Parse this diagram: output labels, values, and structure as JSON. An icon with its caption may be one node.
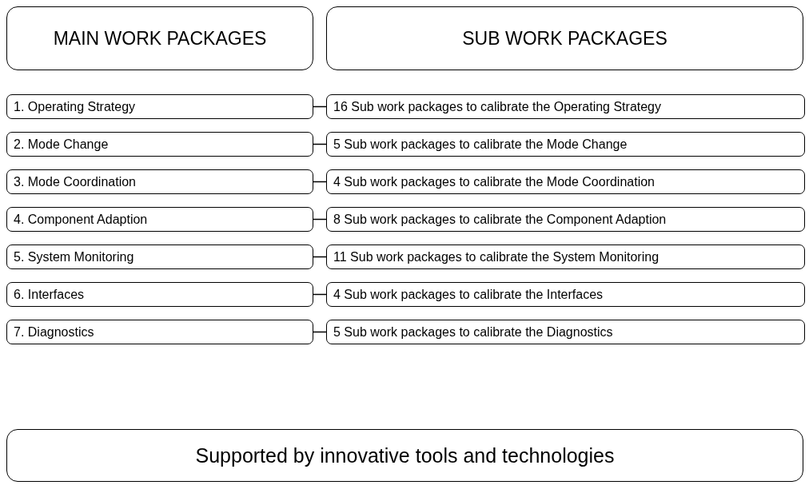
{
  "diagram": {
    "nodes": [
      {
        "text": [
          "MAIN WORK PACKAGES"
        ]
      },
      {
        "text": [
          "SUB WORK PACKAGES"
        ]
      },
      {
        "text": [
          "1. Operating Strategy"
        ]
      },
      {
        "text": [
          "16 Sub work packages to calibrate the Operating Strategy"
        ]
      },
      {
        "text": [
          "2. Mode Change"
        ]
      },
      {
        "text": [
          "5 Sub work packages to calibrate the Mode Change"
        ]
      },
      {
        "text": [
          "3. Mode Coordination"
        ]
      },
      {
        "text": [
          "4 Sub work packages to calibrate the Mode Coordination"
        ]
      },
      {
        "text": [
          "4. Component Adaption"
        ]
      },
      {
        "text": [
          "8 Sub work packages to calibrate the Component Adaption"
        ]
      },
      {
        "text": [
          "5. System Monitoring"
        ]
      },
      {
        "text": [
          "11 Sub work packages to calibrate the System Monitoring"
        ]
      },
      {
        "text": [
          "6. Interfaces"
        ]
      },
      {
        "text": [
          "4 Sub work packages to calibrate the Interfaces"
        ]
      },
      {
        "text": [
          "7. Diagnostics"
        ]
      },
      {
        "text": [
          "5 Sub work packages to calibrate the Diagnostics"
        ]
      },
      {
        "text": [
          "Supported by innovative tools and technologies"
        ]
      }
    ],
    "edges": [
      {
        "from": 2,
        "to": 3,
        "arrow": "none"
      },
      {
        "from": 4,
        "to": 5,
        "arrow": "none"
      },
      {
        "from": 6,
        "to": 7,
        "arrow": "none"
      },
      {
        "from": 8,
        "to": 9,
        "arrow": "none"
      },
      {
        "from": 10,
        "to": 11,
        "arrow": "none"
      },
      {
        "from": 12,
        "to": 13,
        "arrow": "none"
      },
      {
        "from": 14,
        "to": 15,
        "arrow": "none"
      }
    ]
  }
}
